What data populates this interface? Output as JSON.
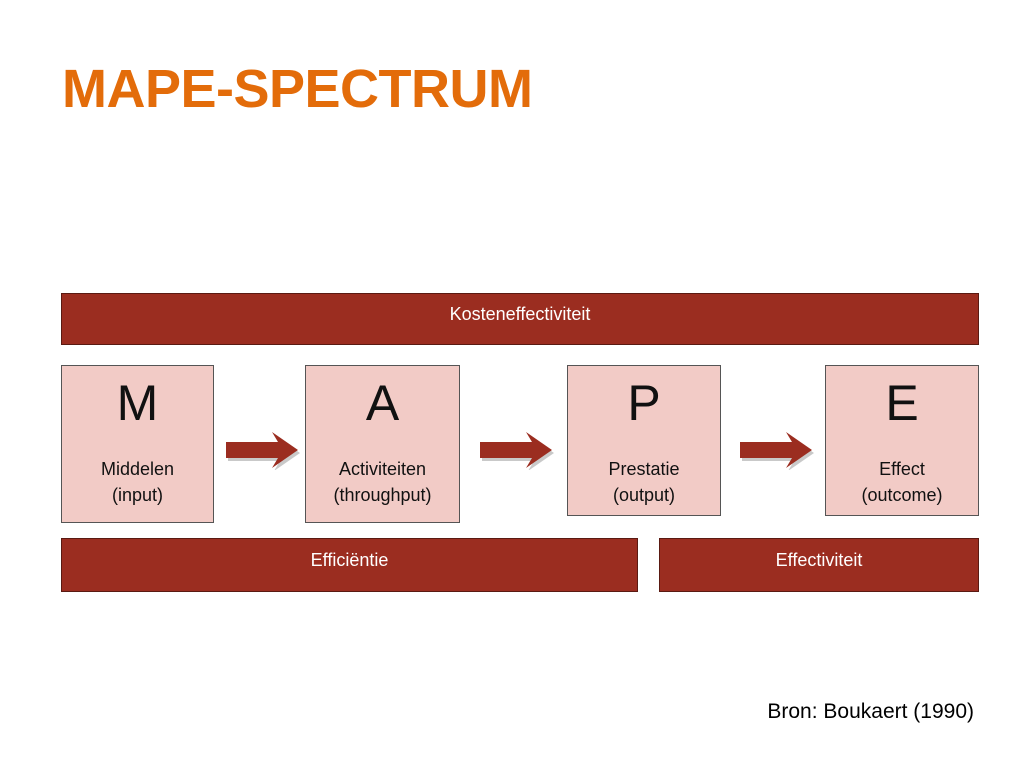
{
  "slide": {
    "title": "MAPE-SPECTRUM",
    "source": "Bron: Boukaert (1990)"
  },
  "diagram": {
    "top_bar": "Kosteneffectiviteit",
    "bottom_bars": [
      "Efficiëntie",
      "Effectiviteit"
    ],
    "boxes": [
      {
        "letter": "M",
        "line1": "Middelen",
        "line2": "(input)"
      },
      {
        "letter": "A",
        "line1": "Activiteiten",
        "line2": "(throughput)"
      },
      {
        "letter": "P",
        "line1": "Prestatie",
        "line2": "(output)"
      },
      {
        "letter": "E",
        "line1": "Effect",
        "line2": "(outcome)"
      }
    ],
    "arrow_icon": "right-arrow-icon"
  },
  "colors": {
    "title": "#E36C0A",
    "bar": "#9B2D20",
    "box_fill": "#F2CBC6",
    "arrow": "#9B2D20"
  }
}
